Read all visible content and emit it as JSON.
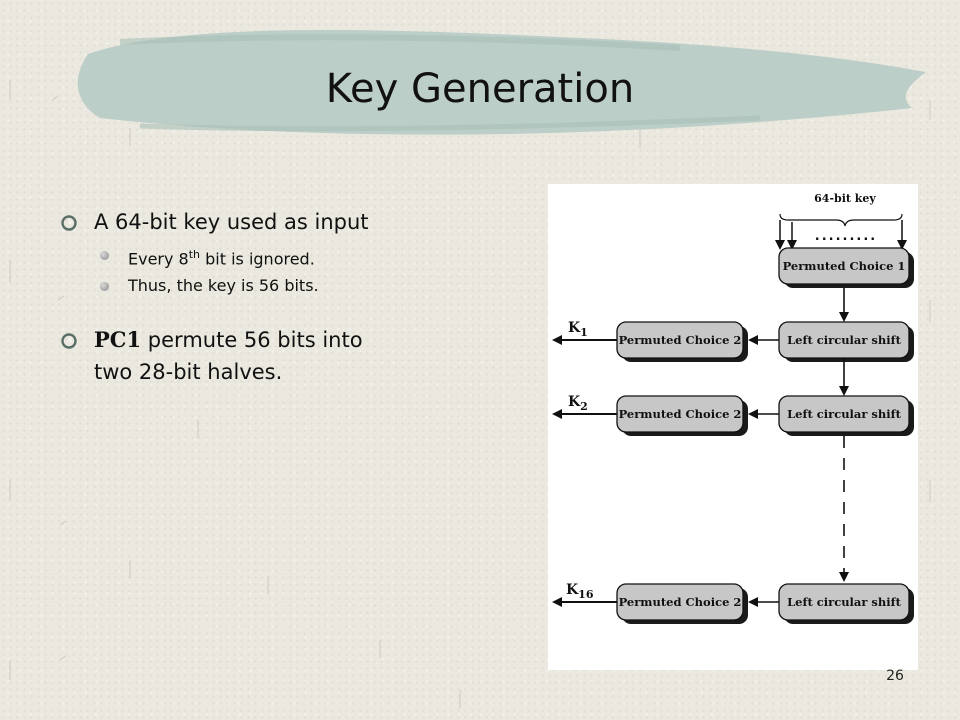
{
  "slide": {
    "title": "Key Generation",
    "page_number": "26"
  },
  "bullets": [
    {
      "text": "A 64-bit key used as input",
      "sub": [
        {
          "before": "Every 8",
          "sup": "th",
          "after": " bit is ignored."
        },
        {
          "text": "Thus, the key is 56 bits."
        }
      ]
    },
    {
      "lead": "PC1",
      "text": " permute 56 bits into",
      "text2": "two 28-bit halves."
    }
  ],
  "diagram": {
    "input_label": "64-bit key",
    "dots": ".........",
    "pc1_label": "Permuted Choice 1",
    "pc2_label": "Permuted Choice 2",
    "shift_label": "Left circular shift",
    "keys": [
      {
        "main": "K",
        "sub": "1"
      },
      {
        "main": "K",
        "sub": "2"
      },
      {
        "main": "K",
        "sub": "16"
      }
    ]
  },
  "colors": {
    "title_band": "#b9ccc6",
    "box_fill": "#c7c7c7",
    "box_shadow": "#1a1a1a"
  }
}
